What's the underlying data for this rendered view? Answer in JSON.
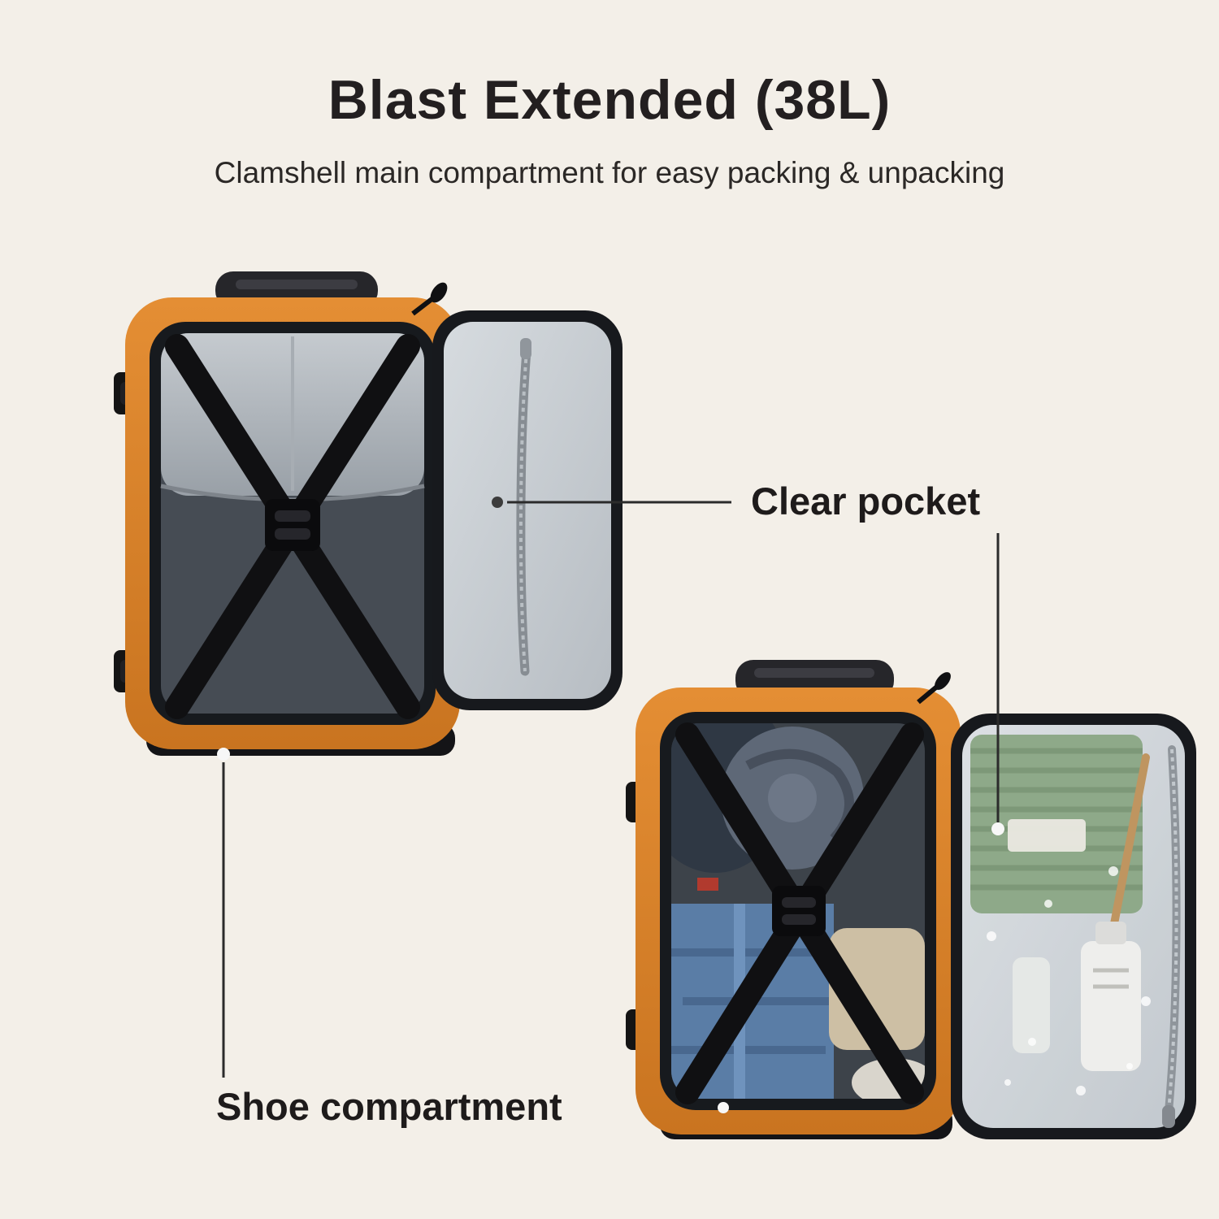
{
  "page": {
    "title": "Blast Extended (38L)",
    "subtitle": "Clamshell main compartment for easy packing & unpacking"
  },
  "callouts": {
    "clear_pocket": "Clear pocket",
    "shoe_compartment": "Shoe compartment"
  },
  "colors": {
    "page_bg": "#f3efe8",
    "bag_orange": "#d9802e",
    "strap_black": "#121212",
    "lid_gray": "#c6ccd2",
    "towel_green": "#82a07c",
    "denim_blue": "#5a7da6",
    "text_dark": "#231f20",
    "line_color": "#2b2b2b"
  },
  "figures": [
    {
      "name": "backpack-open-empty",
      "label": "Open empty clamshell backpack with X compression straps"
    },
    {
      "name": "backpack-open-packed",
      "label": "Open packed clamshell backpack with clear pocket lid"
    }
  ]
}
